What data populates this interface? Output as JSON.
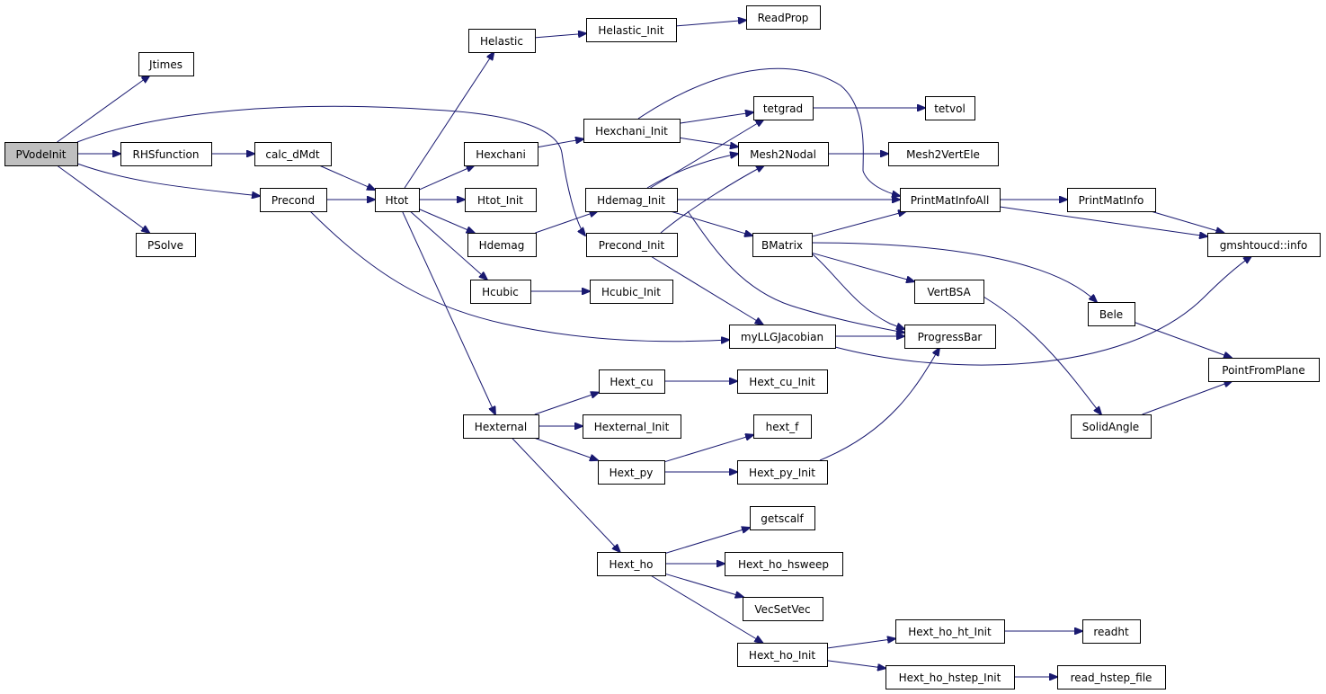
{
  "nodes": [
    {
      "id": "PVodeInit",
      "label": "PVodeInit",
      "root": true
    },
    {
      "id": "Jtimes",
      "label": "Jtimes"
    },
    {
      "id": "RHSfunction",
      "label": "RHSfunction"
    },
    {
      "id": "PSolve",
      "label": "PSolve"
    },
    {
      "id": "calc_dMdt",
      "label": "calc_dMdt"
    },
    {
      "id": "Precond",
      "label": "Precond"
    },
    {
      "id": "Htot",
      "label": "Htot"
    },
    {
      "id": "Helastic",
      "label": "Helastic"
    },
    {
      "id": "Helastic_Init",
      "label": "Helastic_Init"
    },
    {
      "id": "ReadProp",
      "label": "ReadProp"
    },
    {
      "id": "Hexchani",
      "label": "Hexchani"
    },
    {
      "id": "Hexchani_Init",
      "label": "Hexchani_Init"
    },
    {
      "id": "Htot_Init",
      "label": "Htot_Init"
    },
    {
      "id": "Hdemag",
      "label": "Hdemag"
    },
    {
      "id": "Hdemag_Init",
      "label": "Hdemag_Init"
    },
    {
      "id": "Hcubic",
      "label": "Hcubic"
    },
    {
      "id": "Hcubic_Init",
      "label": "Hcubic_Init"
    },
    {
      "id": "Precond_Init",
      "label": "Precond_Init"
    },
    {
      "id": "tetgrad",
      "label": "tetgrad"
    },
    {
      "id": "tetvol",
      "label": "tetvol"
    },
    {
      "id": "Mesh2Nodal",
      "label": "Mesh2Nodal"
    },
    {
      "id": "Mesh2VertEle",
      "label": "Mesh2VertEle"
    },
    {
      "id": "PrintMatInfoAll",
      "label": "PrintMatInfoAll"
    },
    {
      "id": "PrintMatInfo",
      "label": "PrintMatInfo"
    },
    {
      "id": "gmshtoucd_info",
      "label": "gmshtoucd::info"
    },
    {
      "id": "BMatrix",
      "label": "BMatrix"
    },
    {
      "id": "VertBSA",
      "label": "VertBSA"
    },
    {
      "id": "Bele",
      "label": "Bele"
    },
    {
      "id": "ProgressBar",
      "label": "ProgressBar"
    },
    {
      "id": "myLLGJacobian",
      "label": "myLLGJacobian"
    },
    {
      "id": "PointFromPlane",
      "label": "PointFromPlane"
    },
    {
      "id": "SolidAngle",
      "label": "SolidAngle"
    },
    {
      "id": "Hexternal",
      "label": "Hexternal"
    },
    {
      "id": "Hext_cu",
      "label": "Hext_cu"
    },
    {
      "id": "Hext_cu_Init",
      "label": "Hext_cu_Init"
    },
    {
      "id": "Hexternal_Init",
      "label": "Hexternal_Init"
    },
    {
      "id": "Hext_py",
      "label": "Hext_py"
    },
    {
      "id": "hext_f",
      "label": "hext_f"
    },
    {
      "id": "Hext_py_Init",
      "label": "Hext_py_Init"
    },
    {
      "id": "Hext_ho",
      "label": "Hext_ho"
    },
    {
      "id": "getscalf",
      "label": "getscalf"
    },
    {
      "id": "Hext_ho_hsweep",
      "label": "Hext_ho_hsweep"
    },
    {
      "id": "VecSetVec",
      "label": "VecSetVec"
    },
    {
      "id": "Hext_ho_Init",
      "label": "Hext_ho_Init"
    },
    {
      "id": "Hext_ho_ht_Init",
      "label": "Hext_ho_ht_Init"
    },
    {
      "id": "readht",
      "label": "readht"
    },
    {
      "id": "Hext_ho_hstep_Init",
      "label": "Hext_ho_hstep_Init"
    },
    {
      "id": "read_hstep_file",
      "label": "read_hstep_file"
    }
  ],
  "edges": [
    [
      "PVodeInit",
      "Jtimes"
    ],
    [
      "PVodeInit",
      "RHSfunction"
    ],
    [
      "PVodeInit",
      "PSolve"
    ],
    [
      "PVodeInit",
      "Precond"
    ],
    [
      "PVodeInit",
      "Precond_Init"
    ],
    [
      "RHSfunction",
      "calc_dMdt"
    ],
    [
      "calc_dMdt",
      "Htot"
    ],
    [
      "Precond",
      "Htot"
    ],
    [
      "Precond",
      "myLLGJacobian"
    ],
    [
      "Htot",
      "Helastic"
    ],
    [
      "Htot",
      "Hexchani"
    ],
    [
      "Htot",
      "Htot_Init"
    ],
    [
      "Htot",
      "Hdemag"
    ],
    [
      "Htot",
      "Hcubic"
    ],
    [
      "Htot",
      "Hexternal"
    ],
    [
      "Helastic",
      "Helastic_Init"
    ],
    [
      "Helastic_Init",
      "ReadProp"
    ],
    [
      "Hexchani",
      "Hexchani_Init"
    ],
    [
      "Hexchani_Init",
      "tetgrad"
    ],
    [
      "Hexchani_Init",
      "Mesh2Nodal"
    ],
    [
      "Hexchani_Init",
      "PrintMatInfoAll"
    ],
    [
      "Hdemag",
      "Hdemag_Init"
    ],
    [
      "Hdemag_Init",
      "tetgrad"
    ],
    [
      "Hdemag_Init",
      "Mesh2Nodal"
    ],
    [
      "Hdemag_Init",
      "PrintMatInfoAll"
    ],
    [
      "Hdemag_Init",
      "BMatrix"
    ],
    [
      "Hdemag_Init",
      "ProgressBar"
    ],
    [
      "Hcubic",
      "Hcubic_Init"
    ],
    [
      "Precond_Init",
      "Mesh2Nodal"
    ],
    [
      "Precond_Init",
      "myLLGJacobian"
    ],
    [
      "tetgrad",
      "tetvol"
    ],
    [
      "Mesh2Nodal",
      "Mesh2VertEle"
    ],
    [
      "PrintMatInfoAll",
      "PrintMatInfo"
    ],
    [
      "PrintMatInfoAll",
      "gmshtoucd_info"
    ],
    [
      "PrintMatInfo",
      "gmshtoucd_info"
    ],
    [
      "BMatrix",
      "PrintMatInfoAll"
    ],
    [
      "BMatrix",
      "VertBSA"
    ],
    [
      "BMatrix",
      "Bele"
    ],
    [
      "BMatrix",
      "ProgressBar"
    ],
    [
      "VertBSA",
      "SolidAngle"
    ],
    [
      "Bele",
      "PointFromPlane"
    ],
    [
      "SolidAngle",
      "PointFromPlane"
    ],
    [
      "myLLGJacobian",
      "ProgressBar"
    ],
    [
      "myLLGJacobian",
      "gmshtoucd_info"
    ],
    [
      "Hexternal",
      "Hext_cu"
    ],
    [
      "Hexternal",
      "Hexternal_Init"
    ],
    [
      "Hexternal",
      "Hext_py"
    ],
    [
      "Hexternal",
      "Hext_ho"
    ],
    [
      "Hext_cu",
      "Hext_cu_Init"
    ],
    [
      "Hext_py",
      "hext_f"
    ],
    [
      "Hext_py",
      "Hext_py_Init"
    ],
    [
      "Hext_py_Init",
      "ProgressBar"
    ],
    [
      "Hext_ho",
      "getscalf"
    ],
    [
      "Hext_ho",
      "Hext_ho_hsweep"
    ],
    [
      "Hext_ho",
      "VecSetVec"
    ],
    [
      "Hext_ho",
      "Hext_ho_Init"
    ],
    [
      "Hext_ho_Init",
      "Hext_ho_ht_Init"
    ],
    [
      "Hext_ho_Init",
      "Hext_ho_hstep_Init"
    ],
    [
      "Hext_ho_ht_Init",
      "readht"
    ],
    [
      "Hext_ho_hstep_Init",
      "read_hstep_file"
    ]
  ],
  "colors": {
    "edge": "#191970",
    "root_fill": "#bfbfbf",
    "node_fill": "#ffffff",
    "node_stroke": "#000000"
  }
}
